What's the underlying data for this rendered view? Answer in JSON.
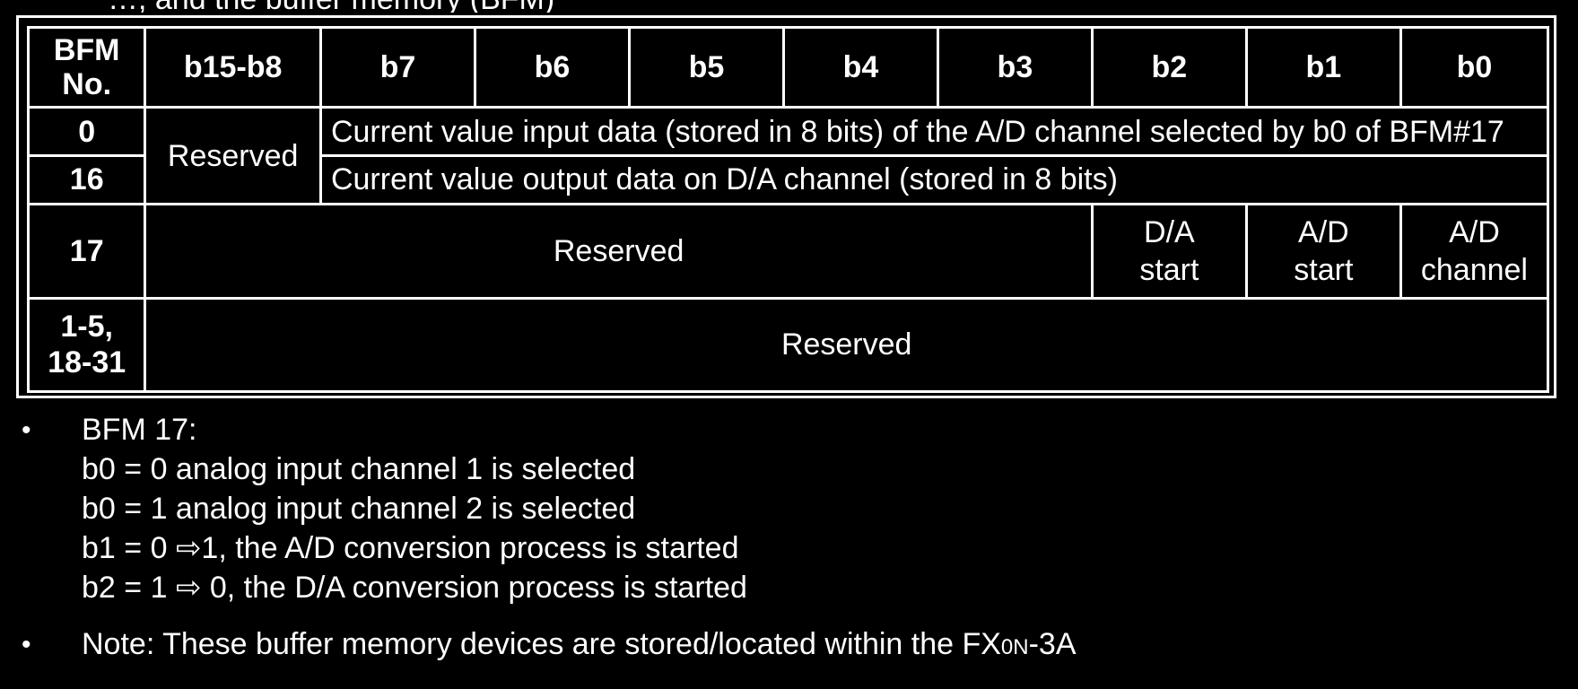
{
  "top_partial_text": "…, and the buffer memory (BFM)",
  "table": {
    "headers": [
      "BFM No.",
      "b15-b8",
      "b7",
      "b6",
      "b5",
      "b4",
      "b3",
      "b2",
      "b1",
      "b0"
    ],
    "header_bfm_line1": "BFM",
    "header_bfm_line2": "No.",
    "rows": {
      "r0_bfm": "0",
      "r0_reserved": "Reserved",
      "r0_text": "Current value input data (stored in 8 bits) of the A/D channel selected by b0 of BFM#17",
      "r16_bfm": "16",
      "r16_text": "Current value output data on D/A channel (stored in 8 bits)",
      "r17_bfm": "17",
      "r17_reserved": "Reserved",
      "r17_b2_line1": "D/A",
      "r17_b2_line2": "start",
      "r17_b1_line1": "A/D",
      "r17_b1_line2": "start",
      "r17_b0_line1": "A/D",
      "r17_b0_line2": "channel",
      "r_last_bfm_line1": "1-5,",
      "r_last_bfm_line2": "18-31",
      "r_last_reserved": "Reserved"
    }
  },
  "notes": {
    "bullet": "•",
    "bfm17_title": "BFM 17:",
    "lines": [
      "b0 = 0 analog input channel 1 is selected",
      "b0 = 1 analog input channel 2 is selected",
      "b1 = 0 ⇨1, the A/D conversion process is started",
      "b2 = 1 ⇨ 0, the D/A conversion process is started"
    ],
    "note_prefix": "Note: These buffer memory devices are stored/located within the FX",
    "note_sub": "0N",
    "note_suffix": "-3A"
  }
}
